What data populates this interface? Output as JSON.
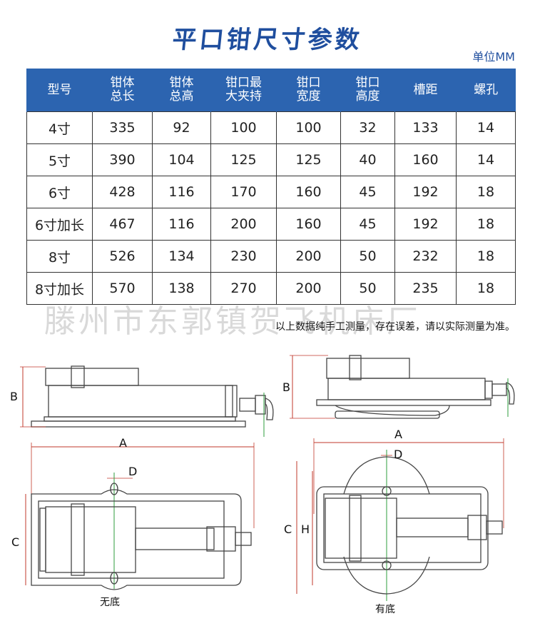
{
  "title": "平口钳尺寸参数",
  "unit": "单位MM",
  "table": {
    "headers": [
      "型号",
      "钳体\n总长",
      "钳体\n总高",
      "钳口最\n大夹持",
      "钳口\n宽度",
      "钳口\n高度",
      "槽距",
      "螺孔"
    ],
    "rows": [
      [
        "4寸",
        "335",
        "92",
        "100",
        "100",
        "32",
        "133",
        "14"
      ],
      [
        "5寸",
        "390",
        "104",
        "125",
        "125",
        "40",
        "160",
        "14"
      ],
      [
        "6寸",
        "428",
        "116",
        "170",
        "160",
        "45",
        "192",
        "18"
      ],
      [
        "6寸加长",
        "467",
        "116",
        "200",
        "160",
        "45",
        "192",
        "18"
      ],
      [
        "8寸",
        "526",
        "134",
        "230",
        "200",
        "50",
        "232",
        "18"
      ],
      [
        "8寸加长",
        "570",
        "138",
        "270",
        "200",
        "50",
        "235",
        "18"
      ]
    ]
  },
  "watermark": "滕州市东郭镇贺飞机床厂",
  "note": "以上数据纯手工测量，存在误差，请以实际测量为准。",
  "diagram": {
    "left_side_labels": {
      "b": "B",
      "a": "A"
    },
    "left_top_labels": {
      "d": "D",
      "c": "C",
      "caption": "无底"
    },
    "right_side_labels": {
      "b": "B",
      "a": "A"
    },
    "right_top_labels": {
      "d": "D",
      "c": "C",
      "h": "H",
      "caption": "有底"
    }
  },
  "colors": {
    "header_bg": "#2c64b0",
    "title": "#1f4e9e",
    "dim_line": "#c0392b",
    "axis_line": "#2e9e3e"
  }
}
